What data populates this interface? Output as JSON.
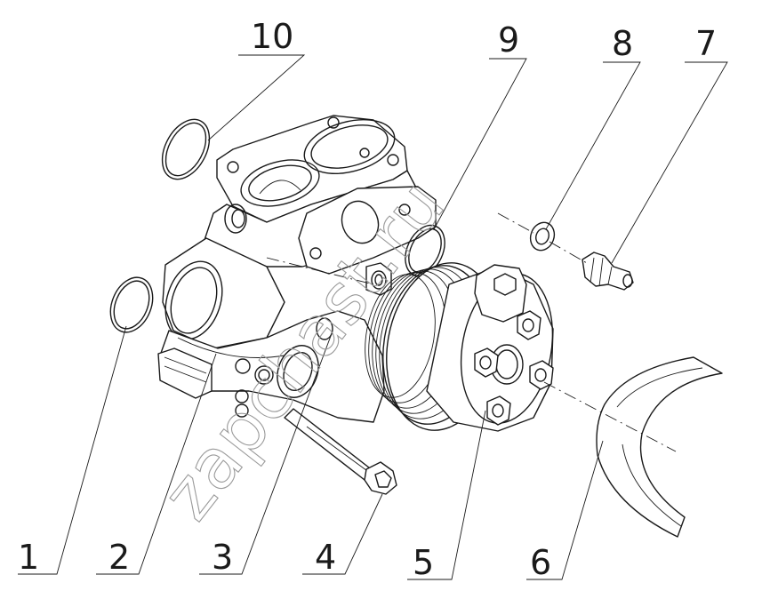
{
  "watermark": "zapchast.ru",
  "corner_mark": "",
  "callouts": [
    {
      "number": "1"
    },
    {
      "number": "2"
    },
    {
      "number": "3"
    },
    {
      "number": "4"
    },
    {
      "number": "5"
    },
    {
      "number": "6"
    },
    {
      "number": "7"
    },
    {
      "number": "8"
    },
    {
      "number": "9"
    },
    {
      "number": "10"
    }
  ]
}
